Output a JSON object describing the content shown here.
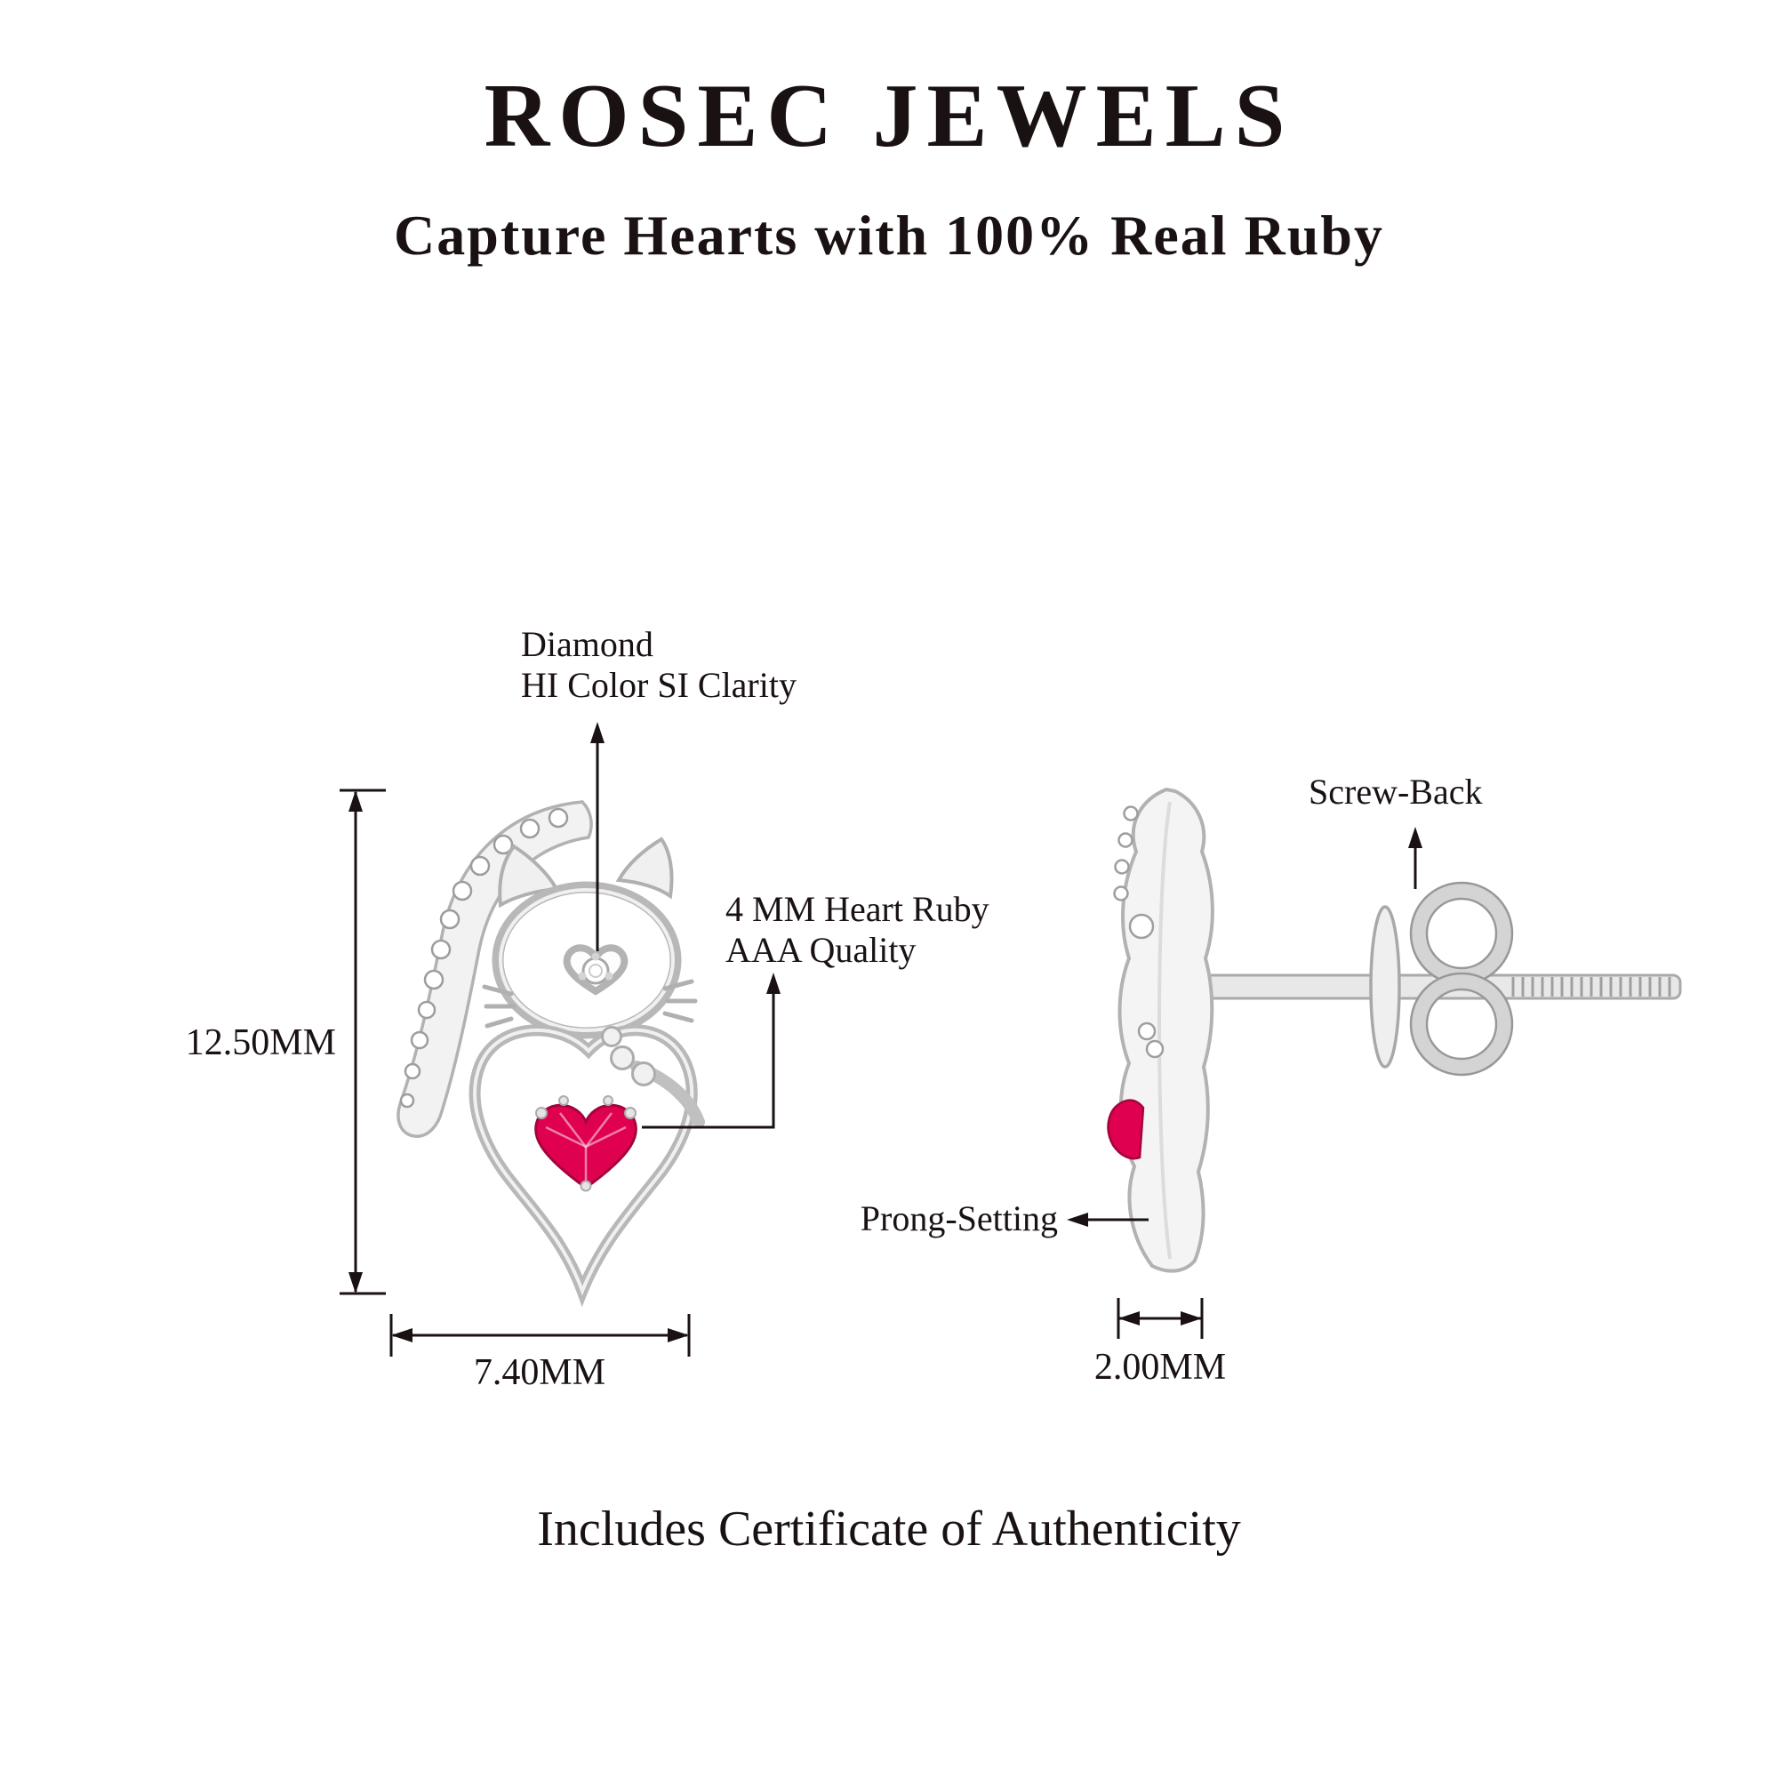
{
  "header": {
    "brand": "ROSEC JEWELS",
    "tagline": "Capture Hearts with 100% Real Ruby"
  },
  "annotations": {
    "diamond": {
      "line1": "Diamond",
      "line2": "HI Color SI Clarity"
    },
    "ruby": {
      "line1": "4 MM Heart Ruby",
      "line2": "AAA Quality"
    },
    "screw_back": "Screw-Back",
    "prong_setting": "Prong-Setting"
  },
  "dimensions": {
    "height": "12.50MM",
    "width": "7.40MM",
    "thickness": "2.00MM"
  },
  "footer": {
    "note": "Includes Certificate of Authenticity"
  },
  "colors": {
    "ruby": "#df0150",
    "ruby_dark": "#a3043c",
    "metal_light": "#f3f3f3",
    "metal_outline": "#b2b2b2",
    "line": "#1a1212"
  }
}
